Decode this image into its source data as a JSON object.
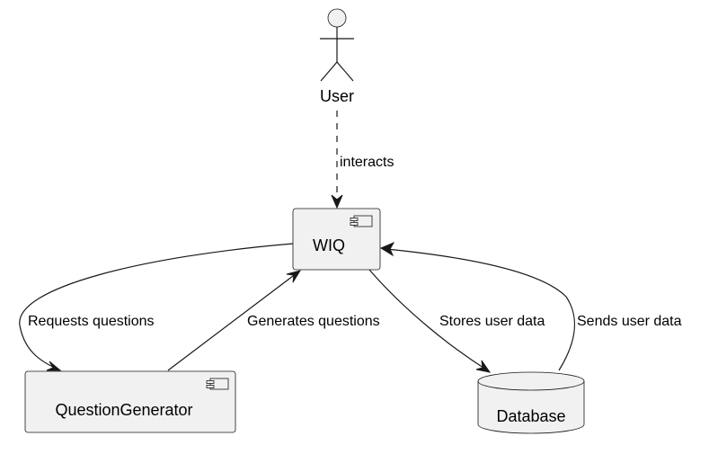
{
  "actor": {
    "label": "User",
    "icon": "stick-figure-icon"
  },
  "components": {
    "wiq": {
      "label": "WIQ",
      "icon": "component-icon"
    },
    "question_generator": {
      "label": "QuestionGenerator",
      "icon": "component-icon"
    }
  },
  "database": {
    "label": "Database",
    "icon": "database-cylinder-icon"
  },
  "edges": {
    "interacts": "interacts",
    "requests_questions": "Requests questions",
    "generates_questions": "Generates questions",
    "stores_user_data": "Stores user data",
    "sends_user_data": "Sends user data"
  },
  "colors": {
    "node_fill": "#f1f1f1",
    "stroke": "#181818",
    "background": "#ffffff"
  }
}
